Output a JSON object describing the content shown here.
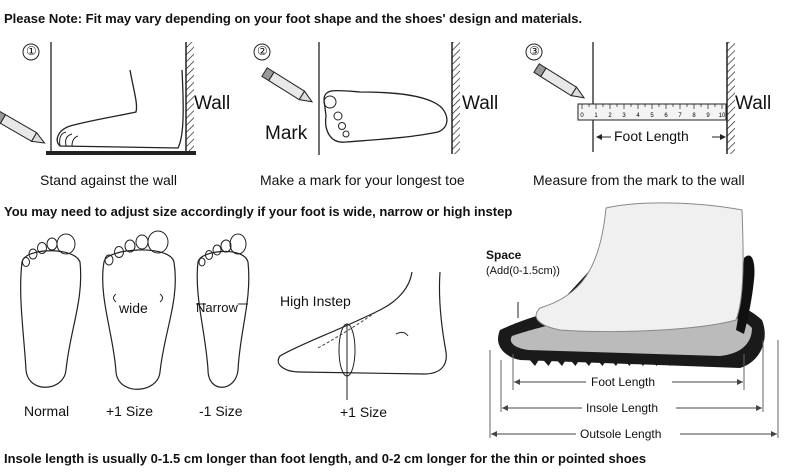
{
  "note": "Please Note:  Fit may vary depending on your foot shape and the shoes' design and materials.",
  "steps": [
    {
      "number": "①",
      "wall": "Wall",
      "mark": "",
      "caption": "Stand against the wall"
    },
    {
      "number": "②",
      "wall": "Wall",
      "mark": "Mark",
      "caption": "Make a mark for your longest toe"
    },
    {
      "number": "③",
      "wall": "Wall",
      "mark": "",
      "caption": "Measure from the mark to the wall",
      "ruler_label": "Foot Length"
    }
  ],
  "ruler_ticks": [
    "0",
    "1",
    "2",
    "3",
    "4",
    "5",
    "6",
    "7",
    "8",
    "9",
    "10"
  ],
  "adjust_note": "You may need to adjust size accordingly if your foot is wide, narrow or high instep",
  "foot_types": [
    {
      "label": "Normal",
      "inner_label": ""
    },
    {
      "label": "+1 Size",
      "inner_label": "wide"
    },
    {
      "label": "-1 Size",
      "inner_label": "Narrow"
    }
  ],
  "high_instep": {
    "title": "High Instep",
    "label": "+1 Size"
  },
  "shoe": {
    "space_title": "Space",
    "space_sub": "(Add(0-1.5cm))",
    "foot_length": "Foot Length",
    "insole_length": "Insole Length",
    "outsole_length": "Outsole Length"
  },
  "footer": "Insole length is usually 0-1.5 cm longer than foot length, and 0-2 cm longer for the thin or pointed shoes"
}
